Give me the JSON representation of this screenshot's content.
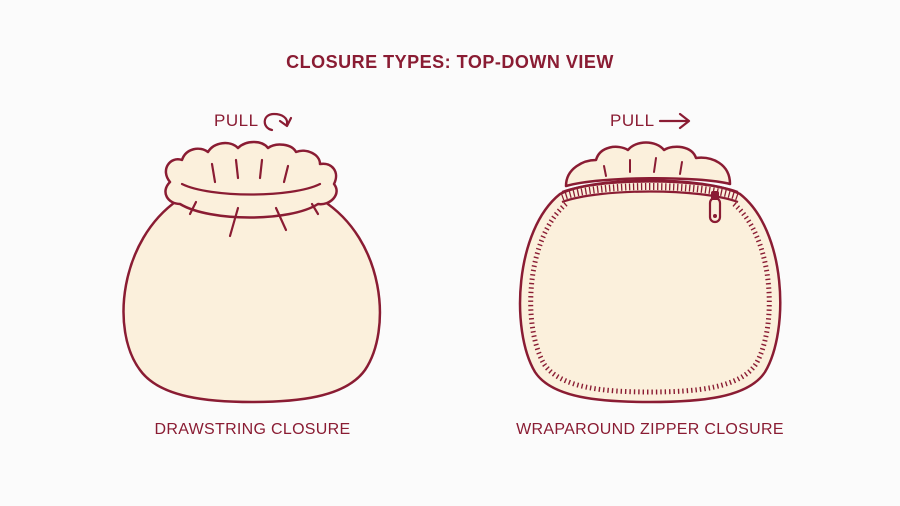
{
  "title": "CLOSURE TYPES: TOP-DOWN VIEW",
  "drawstring": {
    "pull_label": "PULL",
    "caption": "DRAWSTRING CLOSURE",
    "arrow_icon": "curved-arrow-icon"
  },
  "zipper": {
    "pull_label": "PULL",
    "caption": "WRAPAROUND ZIPPER CLOSURE",
    "arrow_icon": "right-arrow-icon"
  },
  "colors": {
    "outline": "#8a1c33",
    "fill": "#fbf0dc",
    "background": "#fbfbfb"
  }
}
